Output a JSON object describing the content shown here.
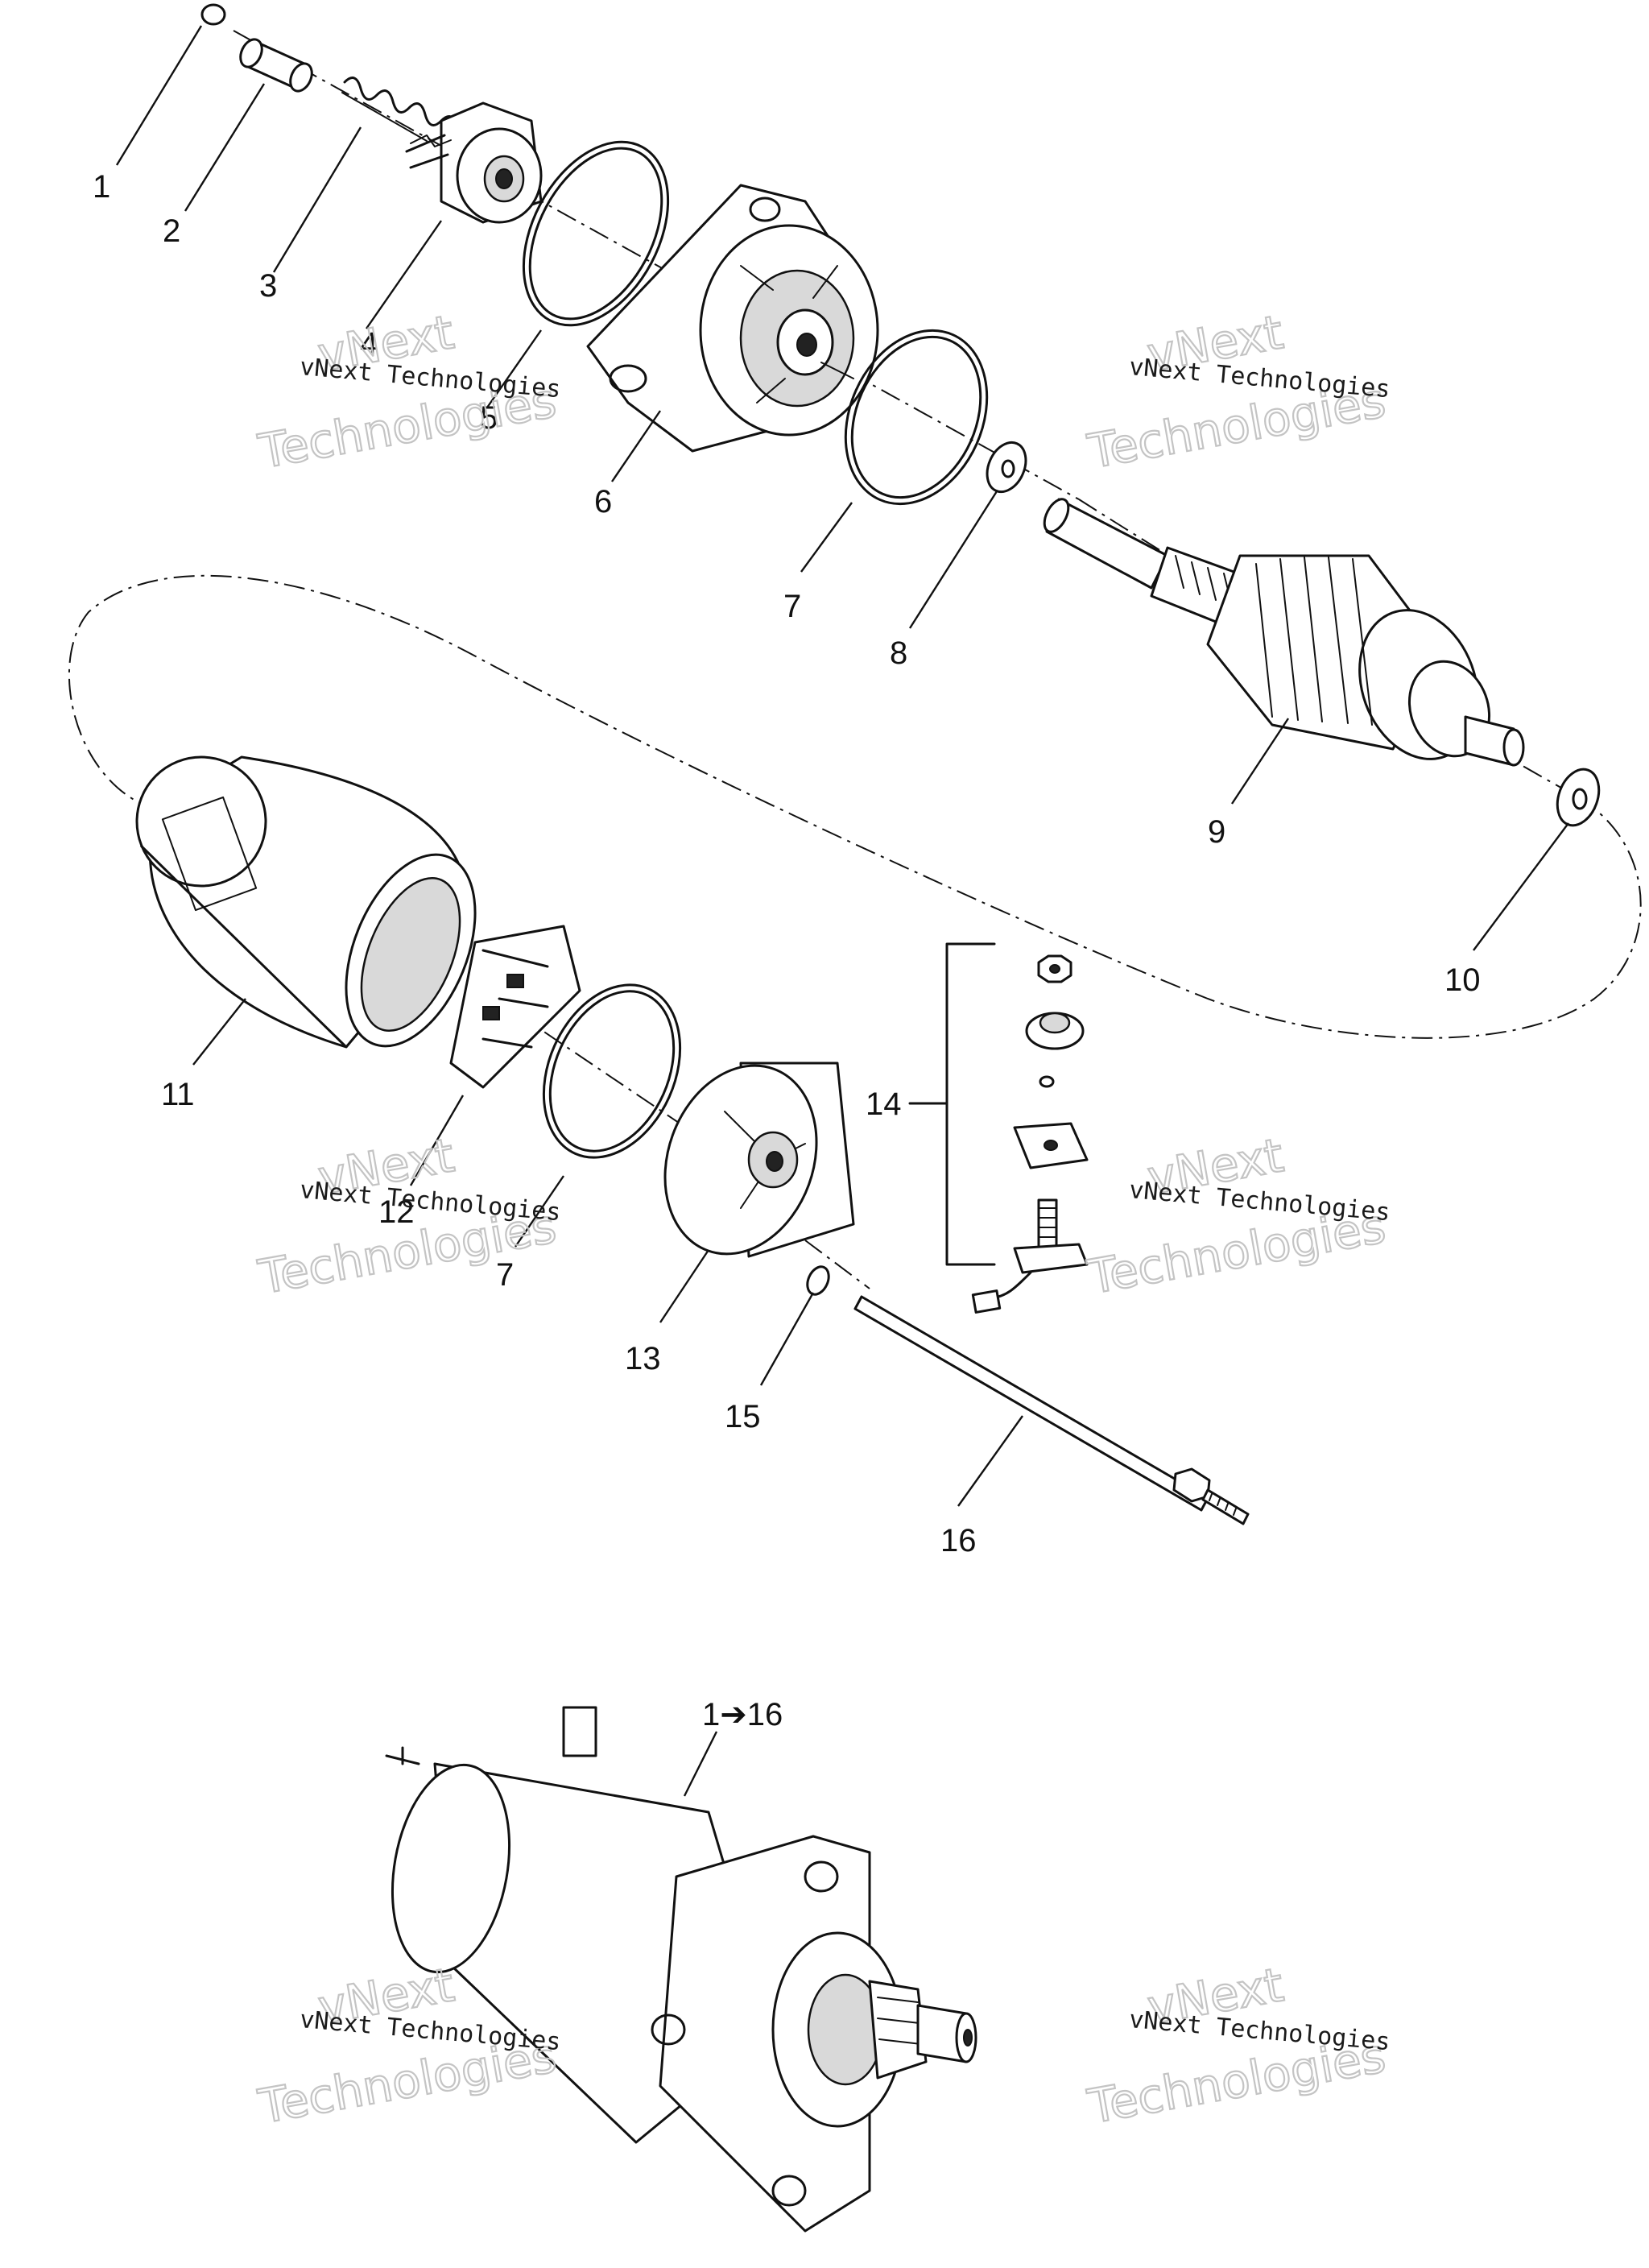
{
  "diagram": {
    "callouts": [
      "1",
      "2",
      "3",
      "4",
      "5",
      "6",
      "7",
      "8",
      "9",
      "10",
      "11",
      "12",
      "7",
      "13",
      "14",
      "15",
      "16"
    ],
    "assembly_label": "1➔16"
  },
  "watermark": {
    "text": "vNext Technologies",
    "big_line1": "vNext",
    "big_line2": "Technologies"
  }
}
